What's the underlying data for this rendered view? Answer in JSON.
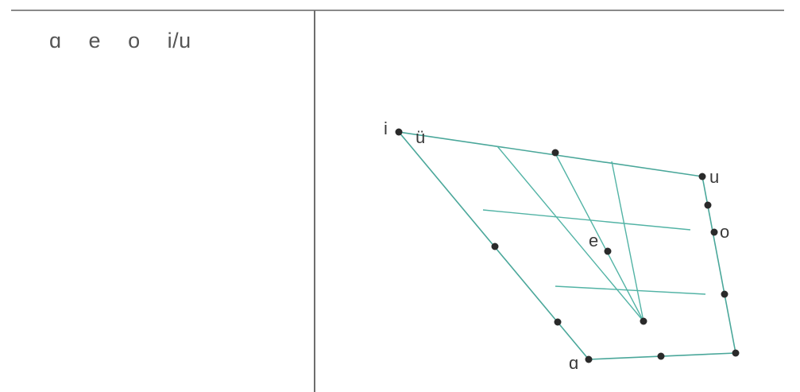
{
  "legend_vowels": [
    "ɑ",
    "e",
    "o",
    "i/u"
  ],
  "points": {
    "i": "i",
    "y": "ü",
    "u": "u",
    "o": "o",
    "e": "e",
    "a": "ɑ"
  },
  "colors": {
    "lines": "#4aa79a",
    "dots": "#2a2a2a",
    "text": "#555555"
  }
}
